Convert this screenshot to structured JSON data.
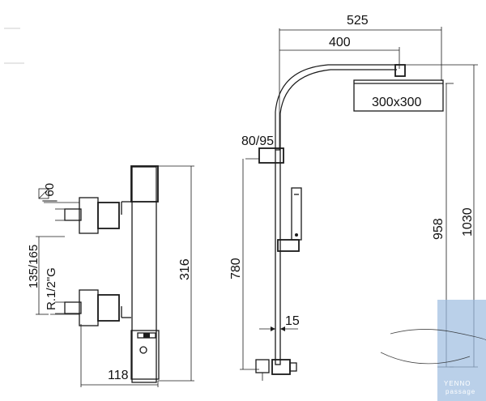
{
  "dimensions": {
    "width_overall": "525",
    "arm_length": "400",
    "head_size": "300x300",
    "holder": "80/95",
    "height_head": "958",
    "height_total": "1030",
    "rail_height": "780",
    "rail_offset": "15",
    "mixer_height": "316",
    "mixer_depth": "118",
    "centres": "135/165",
    "inlet": "R.1/2\"G",
    "flange": "│60"
  },
  "watermark": {
    "brand": "YENNO",
    "sub": "passage"
  },
  "colors": {
    "line": "#1a1a1a",
    "watermark_blue": "#9dbce0"
  }
}
